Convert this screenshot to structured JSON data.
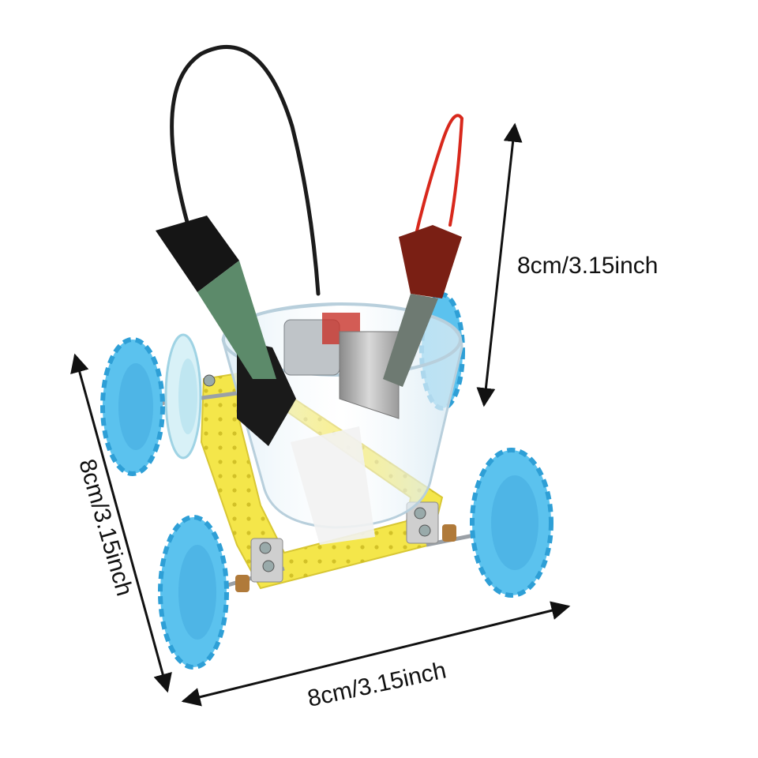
{
  "dimensions": {
    "height_label": "8cm/3.15inch",
    "depth_label": "8cm/3.15inch",
    "width_label": "8cm/3.15inch"
  },
  "colors": {
    "background": "#ffffff",
    "wheel": "#5bc2ee",
    "wheel_dark": "#2e9fd6",
    "chassis": "#f4e64a",
    "clip_black": "#151515",
    "clip_red": "#7a1f14",
    "wire_red": "#d8281c",
    "cup": "#e8f4fb",
    "arrow": "#111111"
  }
}
